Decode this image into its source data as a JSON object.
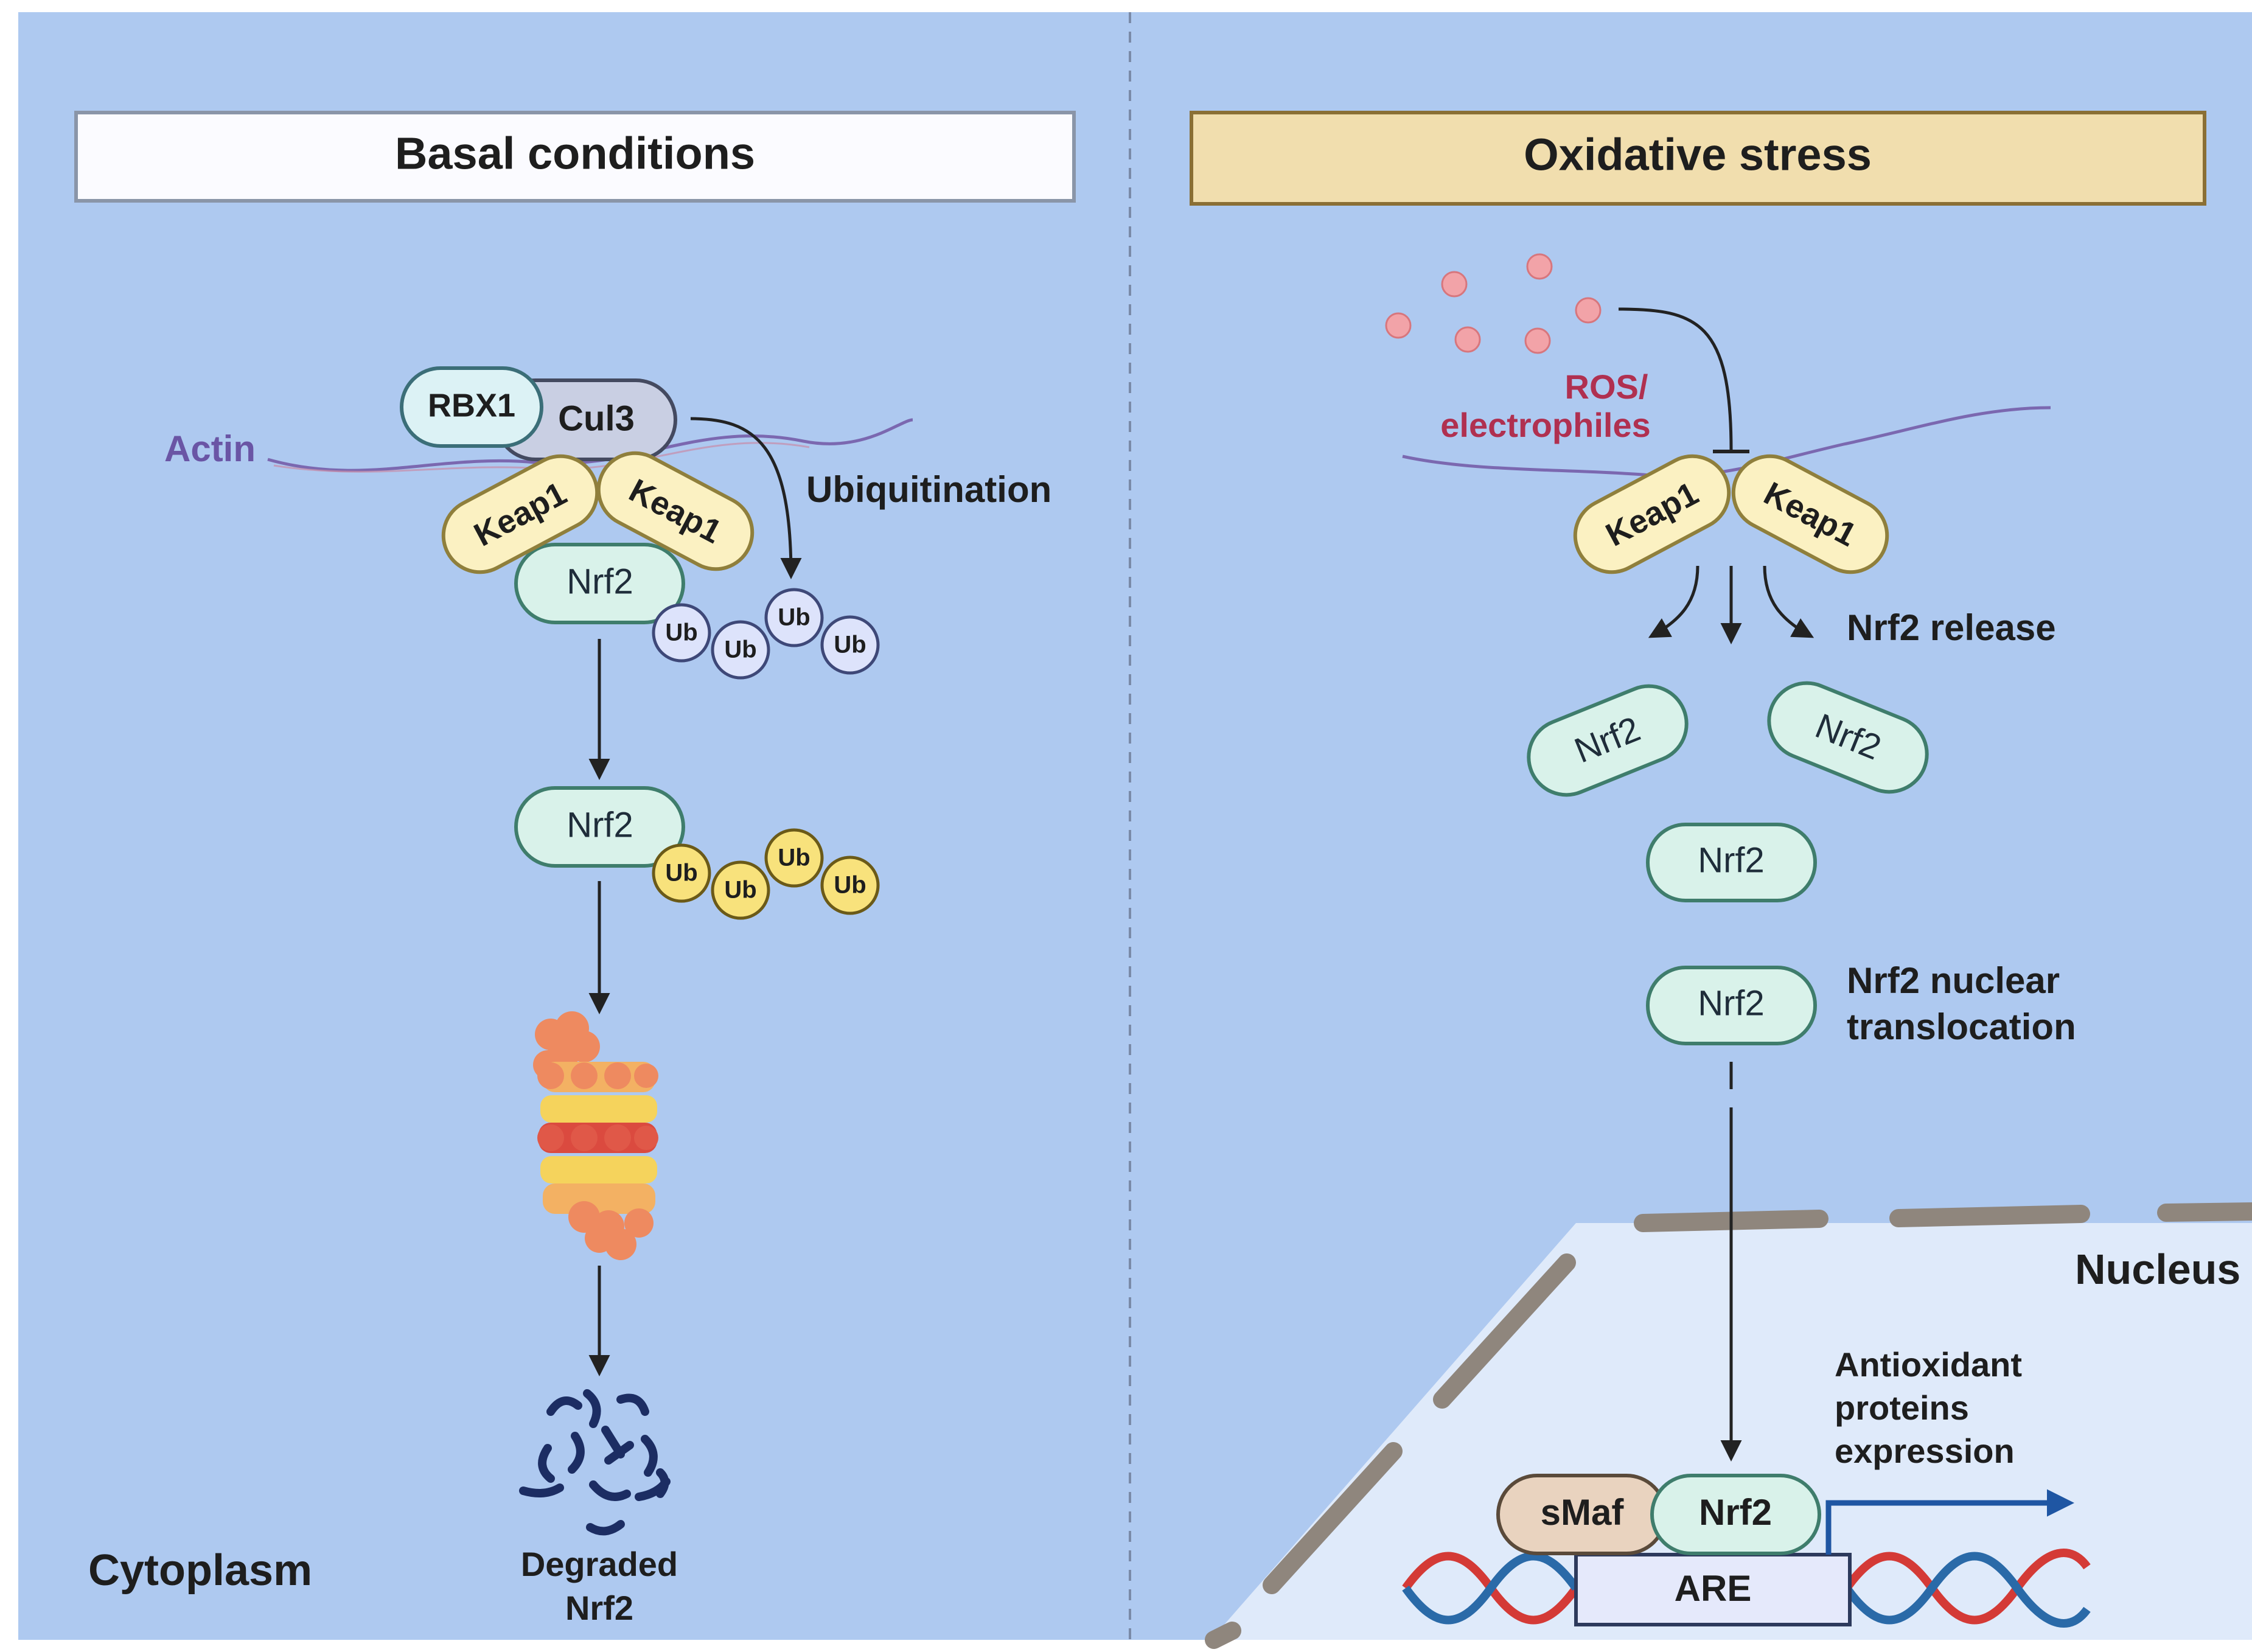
{
  "panels": {
    "left": {
      "title": "Basal conditions"
    },
    "right": {
      "title": "Oxidative stress"
    }
  },
  "labels": {
    "actin": "Actin",
    "rbx1": "RBX1",
    "cul3": "Cul3",
    "keap1": "Keap1",
    "nrf2": "Nrf2",
    "ub": "Ub",
    "ubiquitination": "Ubiquitination",
    "cytoplasm": "Cytoplasm",
    "degraded_line1": "Degraded",
    "degraded_line2": "Nrf2",
    "ros_line1": "ROS/",
    "ros_line2": "electrophiles",
    "nrf2_release": "Nrf2 release",
    "translocation_line1": "Nrf2 nuclear",
    "translocation_line2": "translocation",
    "nucleus": "Nucleus",
    "antioxidant_line1": "Antioxidant",
    "antioxidant_line2": "proteins",
    "antioxidant_line3": "expression",
    "smaf": "sMaf",
    "are": "ARE"
  },
  "colors": {
    "background": "#aec9f0",
    "nucleus": "#dfeafa",
    "keap1_fill": "#fbf1c2",
    "keap1_stroke": "#8f7f3c",
    "nrf2_fill": "#d9f2ea",
    "nrf2_stroke": "#3f7d6c",
    "ub_fill": "#dde3fb",
    "ub_yellow": "#f8e27c",
    "ros_dot": "#f2a3a8",
    "ros_text": "#b03050",
    "actin": "#7b68b0",
    "dna_red": "#d43a36",
    "dna_blue": "#2a6aa8",
    "oxidative_header": "#f1deae",
    "smaf_fill": "#e9d3bf"
  }
}
